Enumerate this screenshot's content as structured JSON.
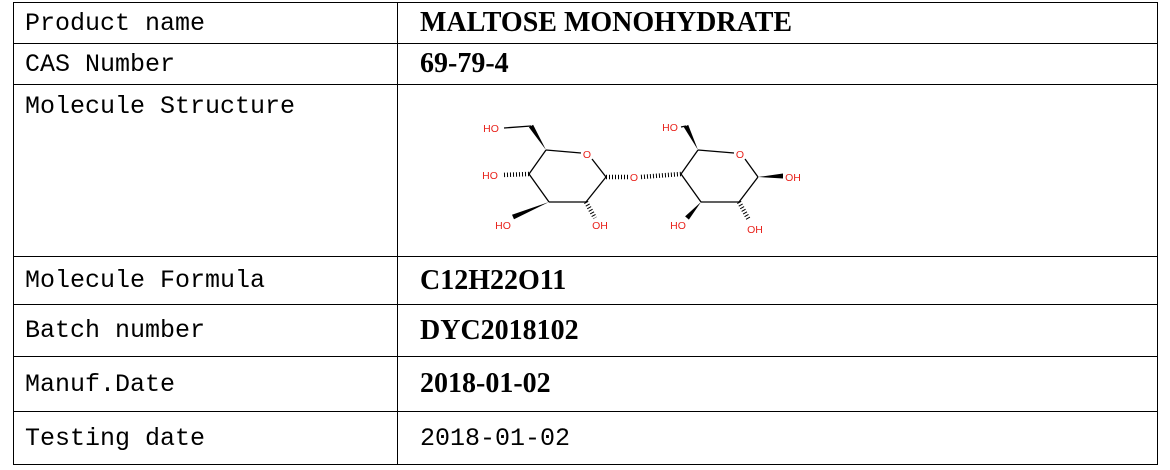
{
  "table": {
    "product_name": {
      "label": "Product name",
      "value": "MALTOSE MONOHYDRATE"
    },
    "cas_number": {
      "label": "CAS Number",
      "value": "69-79-4"
    },
    "molecule_structure": {
      "label": "Molecule Structure",
      "atom_labels": [
        "HO",
        "O",
        "HO",
        "O",
        "HO",
        "OH",
        "HO",
        "O",
        "OH",
        "HO",
        "OH"
      ],
      "atom_color": "#e8221b"
    },
    "molecule_formula": {
      "label": "Molecule Formula",
      "value": "C12H22O11"
    },
    "batch_number": {
      "label": "Batch number",
      "value": "DYC2018102"
    },
    "manuf_date": {
      "label": "Manuf.Date",
      "value": "2018-01-02"
    },
    "testing_date": {
      "label": "Testing date",
      "value": "2018-01-02"
    }
  }
}
